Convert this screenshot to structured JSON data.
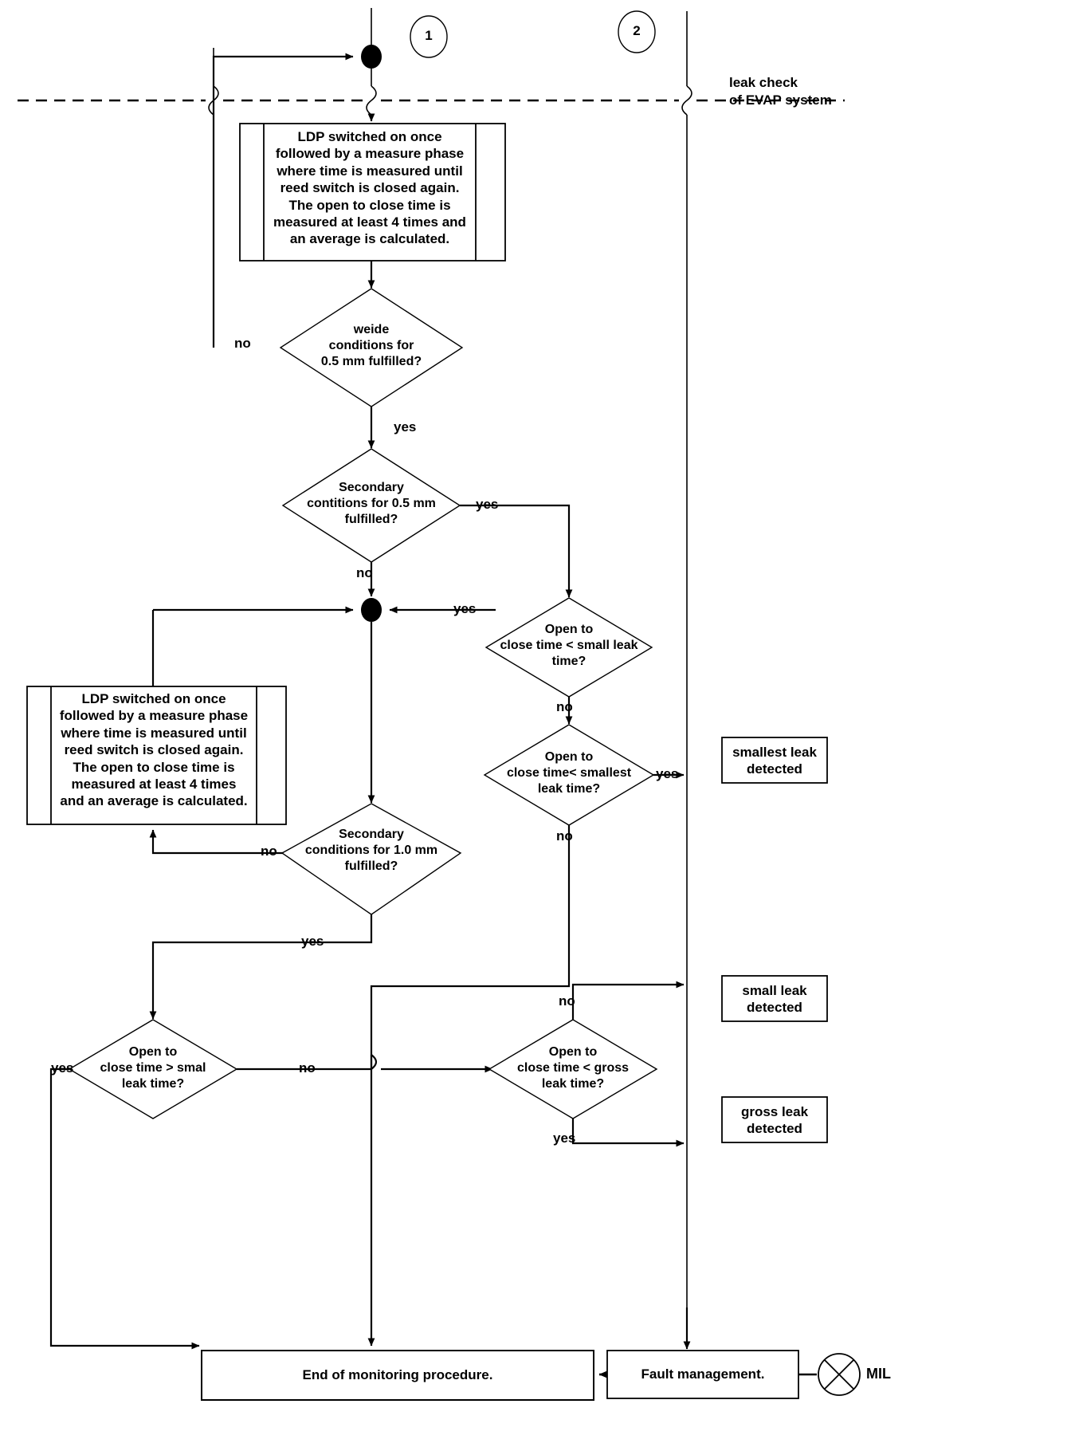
{
  "diagram": {
    "title": "EVAP leak check monitoring flowchart",
    "connector_badges": [
      {
        "id": "1",
        "label": "1"
      },
      {
        "id": "2",
        "label": "2"
      }
    ],
    "phase_separator_note": "leak check\nof EVAP system",
    "processes": [
      {
        "id": "ldp-measure-1",
        "label": "LDP switched on once\nfollowed by a measure phase\nwhere time is measured until\nreed switch is closed again.\nThe open to close time is\nmeasured at least 4 times and\nan average is calculated."
      },
      {
        "id": "ldp-measure-2",
        "label": "LDP switched on once\nfollowed by a measure phase\nwhere time is measured until\nreed switch is closed again.\nThe open to close time is\nmeasured at least 4 times\nand an average is calculated."
      },
      {
        "id": "end-of-monitoring",
        "label": "End of monitoring procedure."
      },
      {
        "id": "fault-management",
        "label": "Fault management."
      }
    ],
    "decisions": [
      {
        "id": "weide-conditions-05",
        "label": "weide\nconditions for\n0.5 mm fulfilled?"
      },
      {
        "id": "secondary-conditions-05",
        "label": "Secondary\ncontitions  for 0.5 mm\nfulfilled?"
      },
      {
        "id": "open-close-small-leak",
        "label": "Open to\nclose time < small leak\ntime?"
      },
      {
        "id": "open-close-smallest-leak",
        "label": "Open to\nclose time< smallest\nleak time?"
      },
      {
        "id": "secondary-conditions-10",
        "label": "Secondary\nconditions  for 1.0 mm\nfulfilled?"
      },
      {
        "id": "open-close-greater-small",
        "label": "Open to\nclose time > smal\nleak time?"
      },
      {
        "id": "open-close-gross-leak",
        "label": "Open to\nclose time < gross\nleak time?"
      }
    ],
    "result_boxes": [
      {
        "id": "smallest-leak-detected",
        "label": "smallest leak\ndetected"
      },
      {
        "id": "small-leak-detected",
        "label": "small leak\ndetected"
      },
      {
        "id": "gross-leak-detected",
        "label": "gross leak\ndetected"
      }
    ],
    "terminator": {
      "id": "mil",
      "label": "MIL"
    },
    "edge_labels": [
      {
        "id": "no-weide",
        "label": "no"
      },
      {
        "id": "yes-weide",
        "label": "yes"
      },
      {
        "id": "yes-secondary-05",
        "label": "yes"
      },
      {
        "id": "no-secondary-05",
        "label": "no"
      },
      {
        "id": "yes-small-leak",
        "label": "yes"
      },
      {
        "id": "no-small-leak",
        "label": "no"
      },
      {
        "id": "yes-smallest-leak",
        "label": "yes"
      },
      {
        "id": "no-smallest-leak",
        "label": "no"
      },
      {
        "id": "no-secondary-10",
        "label": "no"
      },
      {
        "id": "yes-secondary-10",
        "label": "yes"
      },
      {
        "id": "yes-greater-small",
        "label": "yes"
      },
      {
        "id": "no-greater-small",
        "label": "no"
      },
      {
        "id": "no-gross-leak",
        "label": "no"
      },
      {
        "id": "yes-gross-leak",
        "label": "yes"
      }
    ],
    "colors": {
      "stroke": "#000000",
      "fill": "#ffffff",
      "text": "#000000"
    }
  }
}
